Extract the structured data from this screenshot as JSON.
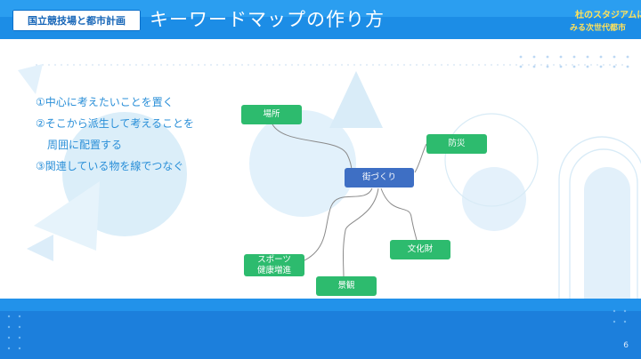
{
  "header": {
    "badge": "国立競技場と都市計画",
    "title": "キーワードマップの作り方",
    "logo_line1": "杜のスタジアムに",
    "logo_line2": "みる次世代都市"
  },
  "instructions": [
    "①中心に考えたいことを置く",
    "②そこから派生して考えることを",
    "周囲に配置する",
    "③関連している物を線でつなぐ"
  ],
  "keyword_map": {
    "center": "街づくり",
    "nodes": [
      "場所",
      "防災",
      "文化財",
      "景観",
      "スポーツ",
      "健康増進"
    ]
  },
  "footer": {
    "page_number": "6"
  },
  "colors": {
    "header_blue": "#1c8de6",
    "node_green": "#2dbb6e",
    "center_blue": "#3e6fc4",
    "text_blue": "#2a8fd8"
  }
}
